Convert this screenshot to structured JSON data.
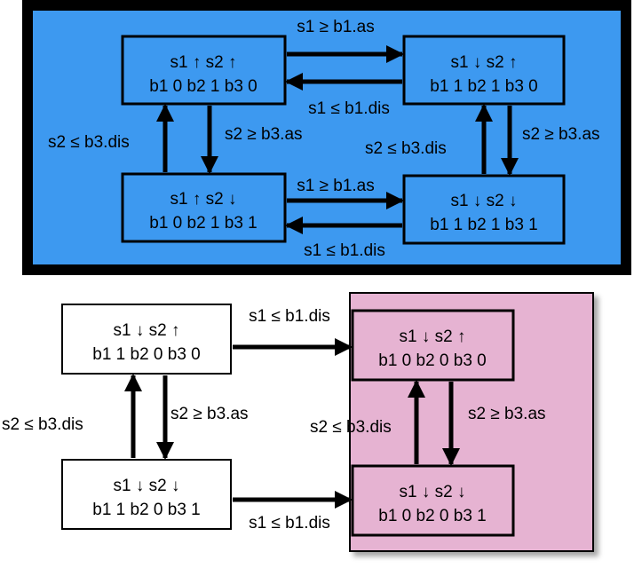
{
  "top_panel": {
    "states": {
      "s00": {
        "line1": "s1 ↑ s2 ↑",
        "line2": "b1 0 b2 1 b3 0"
      },
      "s10": {
        "line1": "s1 ↓ s2 ↑",
        "line2": "b1 1 b2 1 b3 0"
      },
      "s01": {
        "line1": "s1 ↑ s2 ↓",
        "line2": "b1 0 b2 1 b3 1"
      },
      "s11": {
        "line1": "s1 ↓ s2 ↓",
        "line2": "b1 1 b2 1 b3 1"
      }
    },
    "labels": {
      "top_right": "s1 ≥ b1.as",
      "top_left": "s1 ≤ b1.dis",
      "left_down": "s2 ≥ b3.as",
      "left_up": "s2 ≤ b3.dis",
      "right_down": "s2 ≥ b3.as",
      "right_up": "s2 ≤ b3.dis",
      "bottom_right": "s1 ≥ b1.as",
      "bottom_left": "s1 ≤ b1.dis"
    }
  },
  "bottom_panel": {
    "states": {
      "a": {
        "line1": "s1 ↓ s2 ↑",
        "line2": "b1 1 b2 0 b3 0"
      },
      "b": {
        "line1": "s1 ↓ s2 ↓",
        "line2": "b1 1 b2 0 b3 1"
      },
      "c": {
        "line1": "s1 ↓ s2 ↑",
        "line2": "b1 0 b2 0 b3 0"
      },
      "d": {
        "line1": "s1 ↓ s2 ↓",
        "line2": "b1 0 b2 0 b3 1"
      }
    },
    "labels": {
      "top_arrow": "s1 ≤ b1.dis",
      "bottom_arrow": "s1 ≤ b1.dis",
      "left_down": "s2 ≥ b3.as",
      "left_up": "s2 ≤ b3.dis",
      "right_down": "s2 ≥ b3.as",
      "right_up": "s2 ≤ b3.dis"
    }
  },
  "colors": {
    "top_panel_fill": "#3d99f0",
    "top_panel_border": "#000000",
    "pink_panel_fill": "#e6b3d2",
    "box_fill_top": "#3d99f0",
    "box_fill_white": "#ffffff",
    "stroke": "#000000"
  }
}
